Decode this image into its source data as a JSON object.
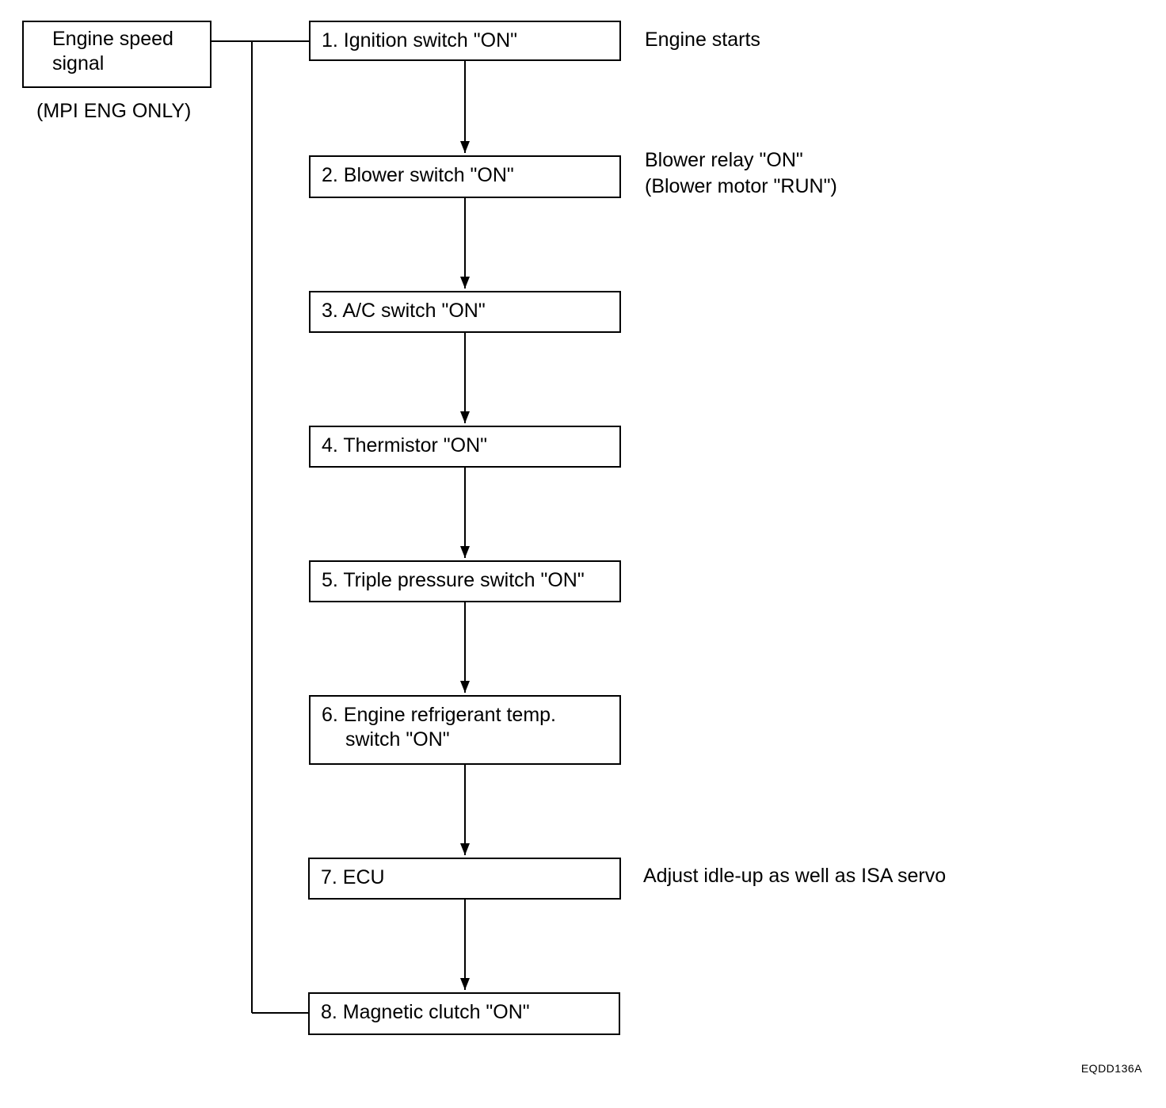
{
  "source_box": {
    "line1": "Engine speed",
    "line2": "signal",
    "caption": "(MPI ENG ONLY)"
  },
  "steps": [
    {
      "line1": "1. Ignition switch \"ON\"",
      "line2": "",
      "note1": "Engine starts",
      "note2": ""
    },
    {
      "line1": "2. Blower switch \"ON\"",
      "line2": "",
      "note1": "Blower relay \"ON\"",
      "note2": "(Blower motor \"RUN\")"
    },
    {
      "line1": "3. A/C switch \"ON\"",
      "line2": "",
      "note1": "",
      "note2": ""
    },
    {
      "line1": "4. Thermistor \"ON\"",
      "line2": "",
      "note1": "",
      "note2": ""
    },
    {
      "line1": "5. Triple pressure switch \"ON\"",
      "line2": "",
      "note1": "",
      "note2": ""
    },
    {
      "line1": "6. Engine refrigerant temp.",
      "line2": "switch \"ON\"",
      "note1": "",
      "note2": ""
    },
    {
      "line1": "7. ECU",
      "line2": "",
      "note1": "Adjust idle-up as well as ISA servo",
      "note2": ""
    },
    {
      "line1": "8. Magnetic clutch \"ON\"",
      "line2": "",
      "note1": "",
      "note2": ""
    }
  ],
  "figure_code": "EQDD136A"
}
